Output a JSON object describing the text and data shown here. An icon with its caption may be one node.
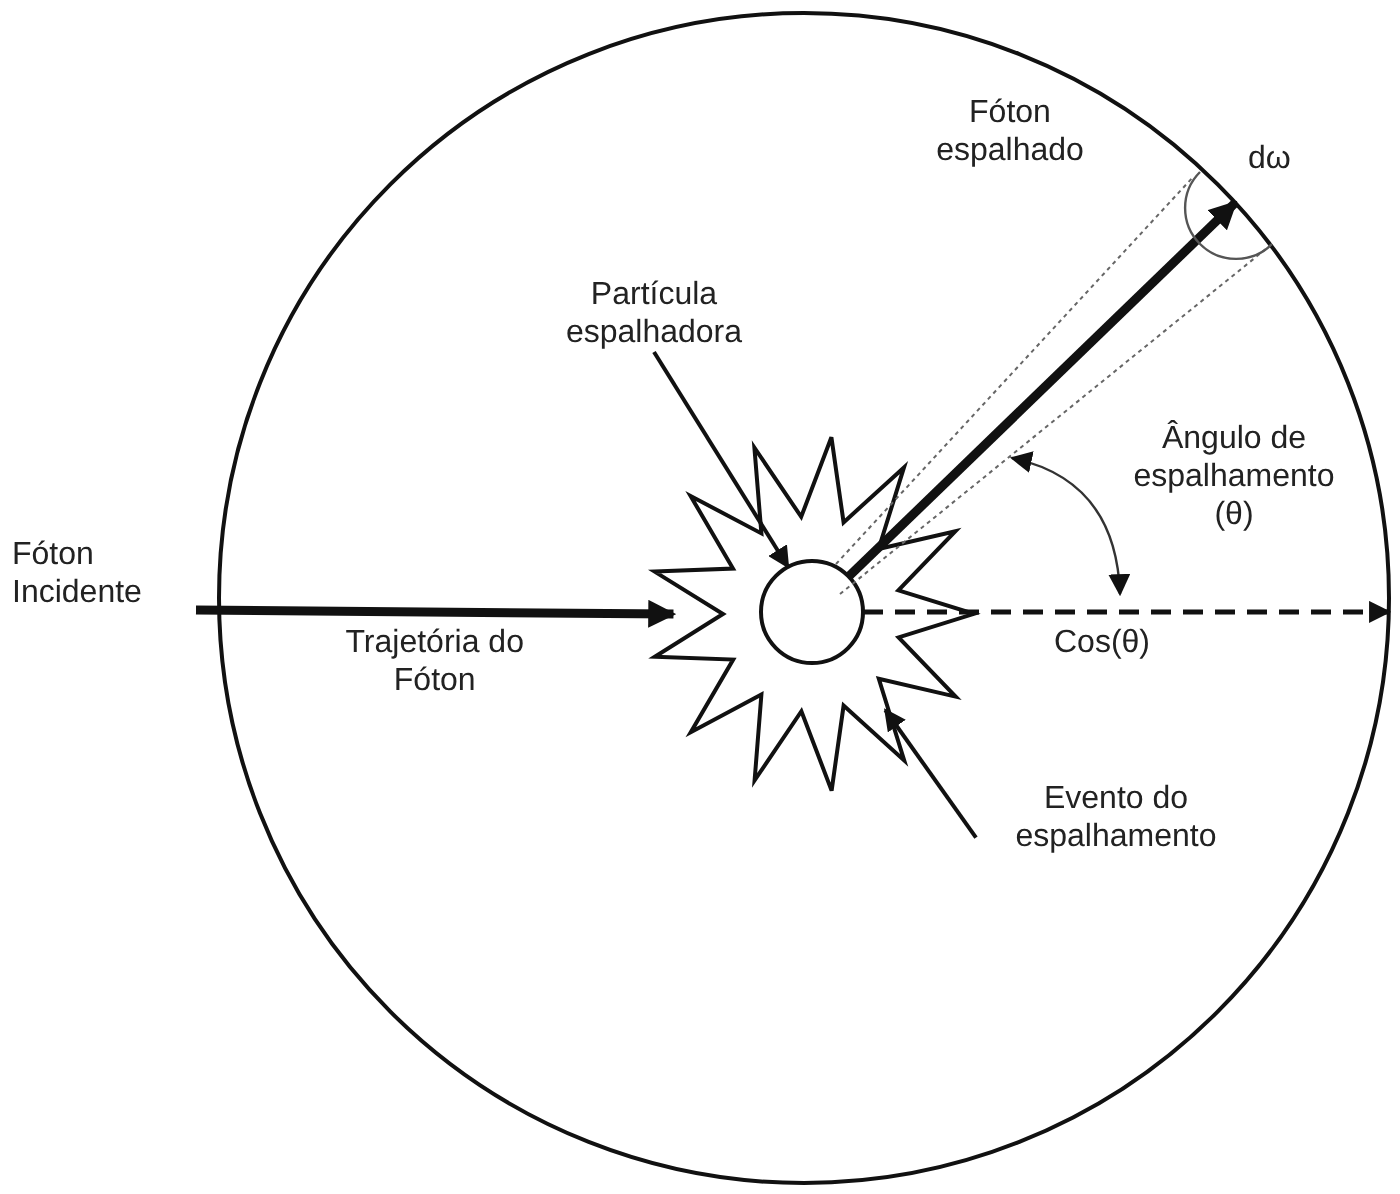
{
  "diagram": {
    "nodes": [
      {
        "text": [],
        "shape": "circle"
      },
      {
        "text": [
          "Fóton Incidente"
        ]
      },
      {
        "text": [],
        "shape": "star",
        "in": 0
      },
      {
        "text": [],
        "shape": "circle",
        "in": 2
      },
      {
        "text": [
          "Partícula espalhadora"
        ],
        "in": 0
      },
      {
        "text": [
          "Evento do espalhamento"
        ],
        "in": 0
      }
    ],
    "edges": [
      {
        "from": 1,
        "to": 2,
        "arrow": "to",
        "label": "Trajetória do Fóton",
        "style": "thick"
      },
      {
        "from": 3,
        "to": 0,
        "arrow": "to",
        "style": "thick"
      },
      {
        "from": 3,
        "to": 0,
        "arrow": "to",
        "style": "dashed"
      },
      {
        "from": 4,
        "to": 3,
        "arrow": "to"
      },
      {
        "from": 5,
        "to": 2,
        "arrow": "to"
      }
    ],
    "labels": [
      "dω",
      "Fóton espalhado",
      "Ângulo de espalhamento (θ)",
      "Cos(θ)"
    ]
  }
}
